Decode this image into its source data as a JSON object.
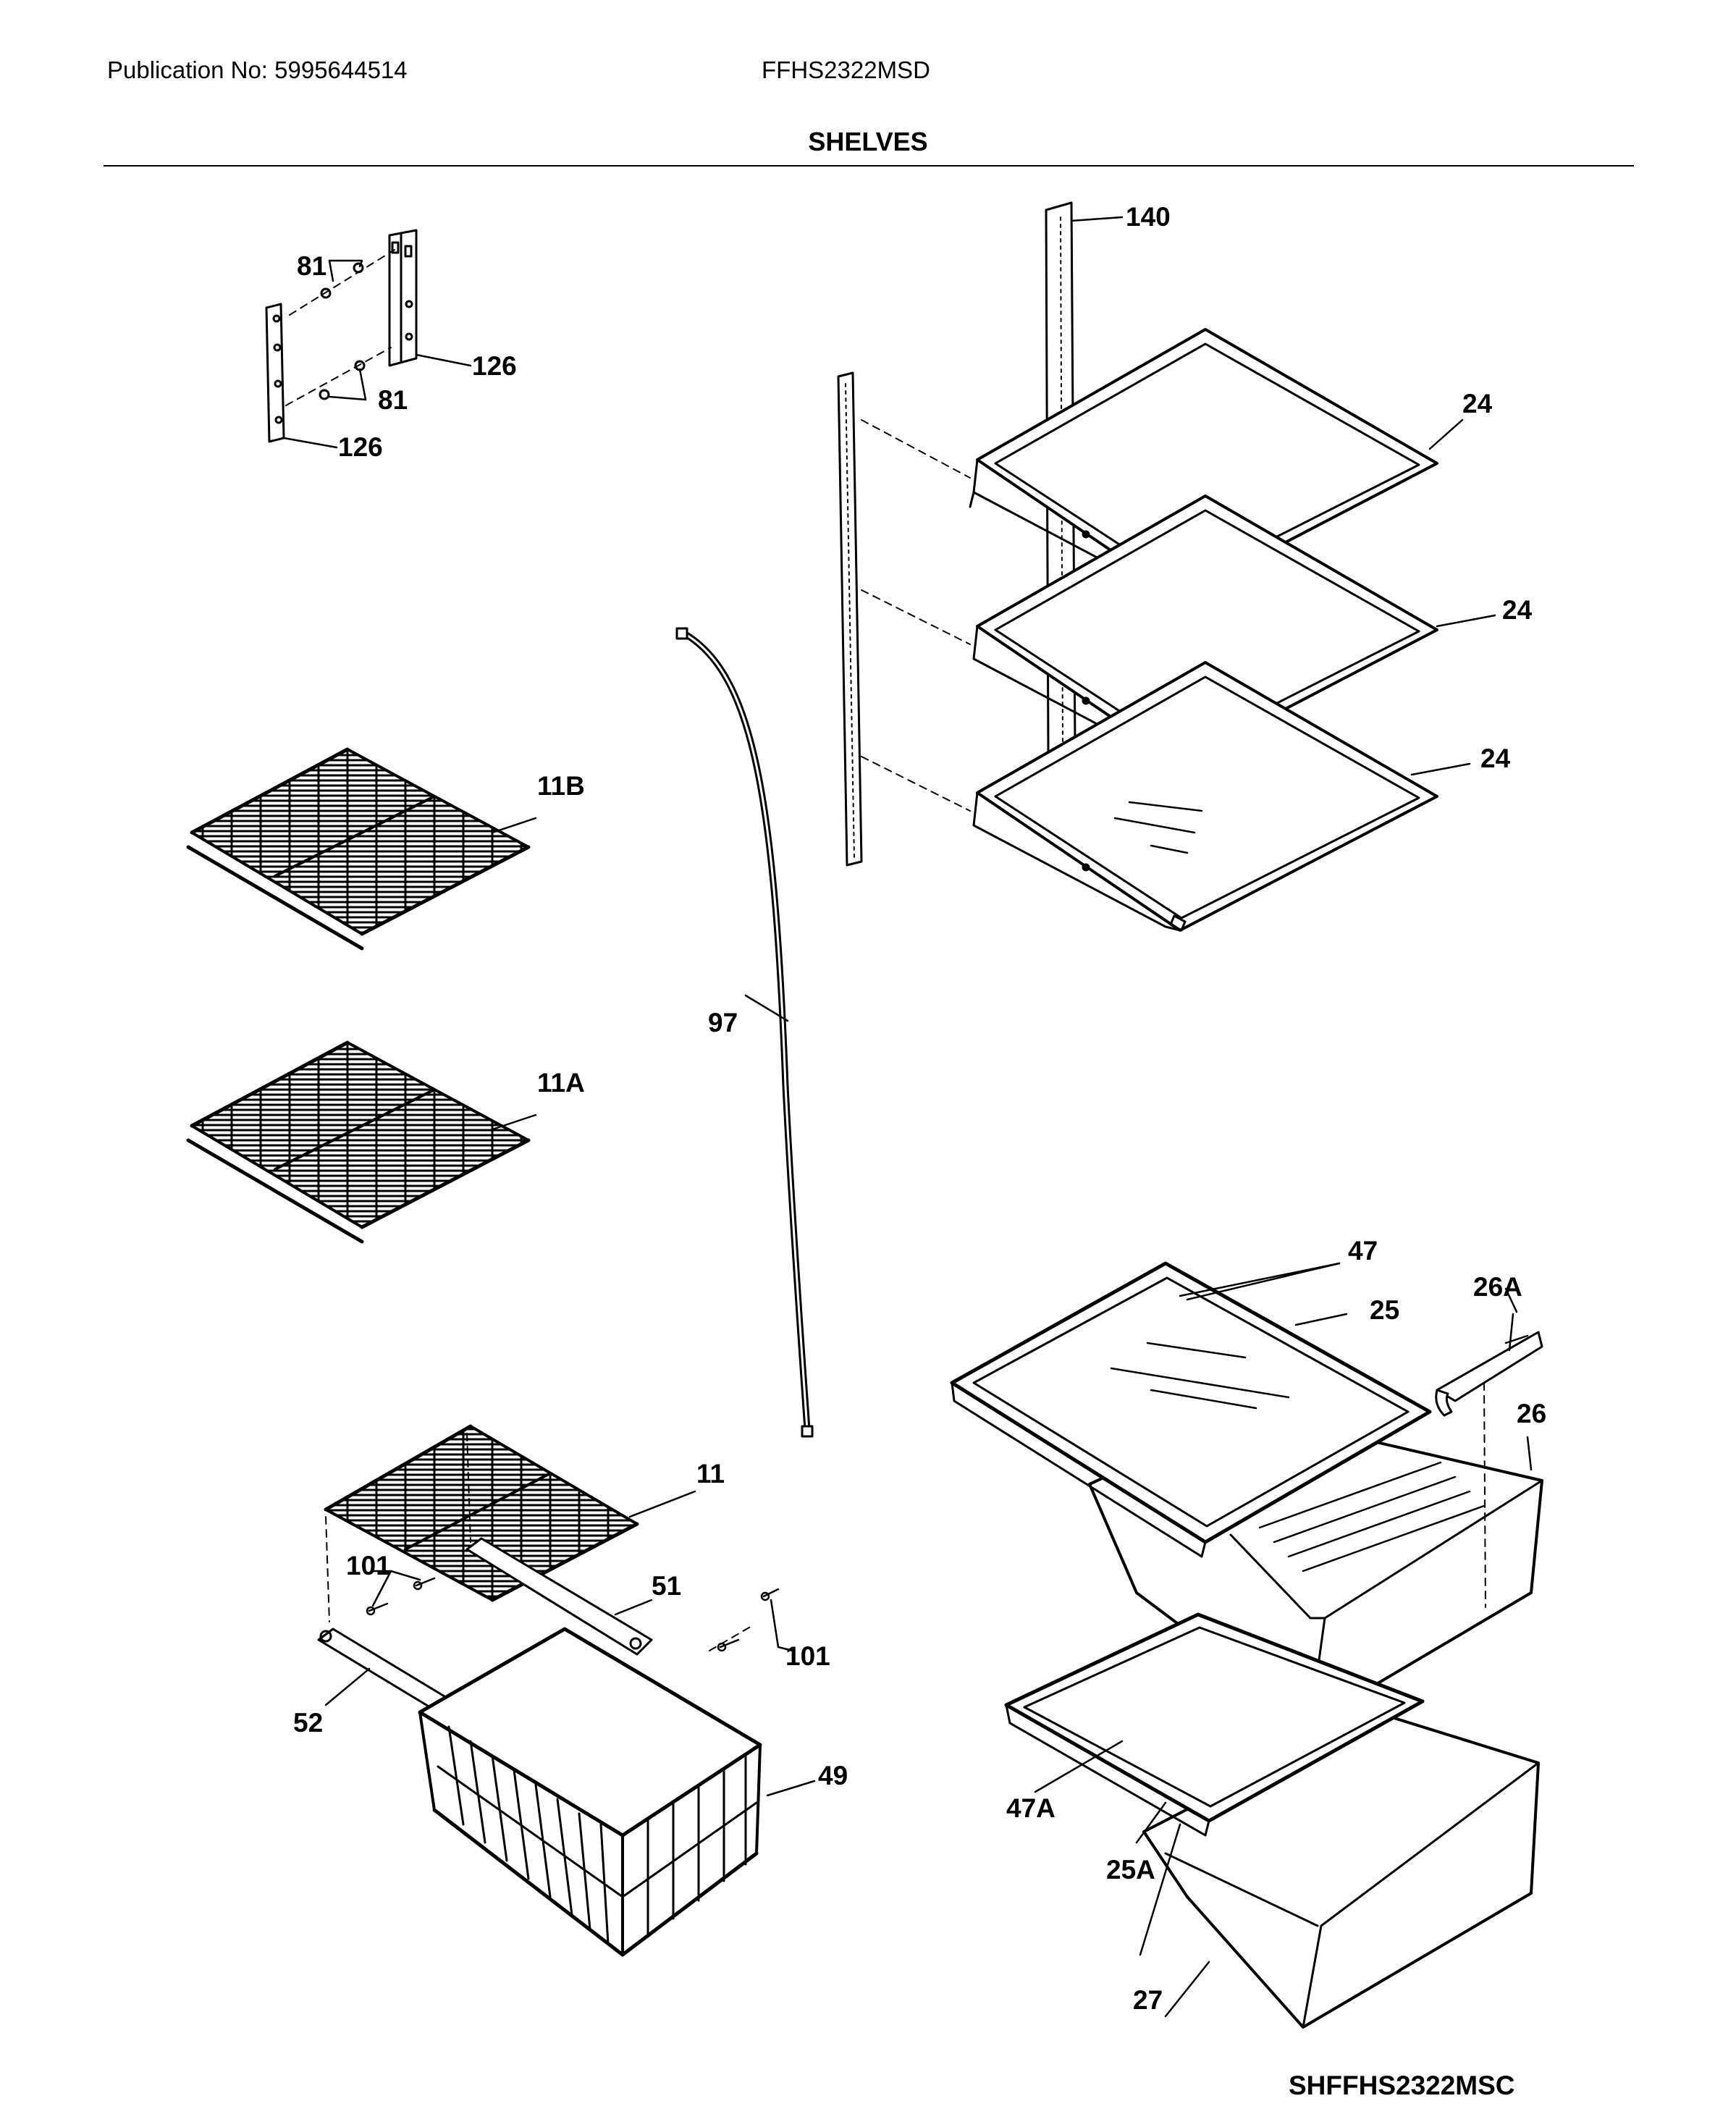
{
  "header": {
    "publication": "Publication No: 5995644514",
    "model": "FFHS2322MSD",
    "section": "SHELVES"
  },
  "callouts": {
    "c140": "140",
    "c81a": "81",
    "c81b": "81",
    "c126a": "126",
    "c126b": "126",
    "c24a": "24",
    "c24b": "24",
    "c24c": "24",
    "c11B": "11B",
    "c11A": "11A",
    "c97": "97",
    "c47": "47",
    "c25": "25",
    "c26A": "26A",
    "c26": "26",
    "c11": "11",
    "c101a": "101",
    "c51": "51",
    "c101b": "101",
    "c52": "52",
    "c49": "49",
    "c47A": "47A",
    "c25A": "25A",
    "c27": "27"
  },
  "footer": {
    "figure_code": "SHFFHS2322MSC"
  },
  "colors": {
    "ink": "#000000",
    "paper": "#ffffff"
  }
}
